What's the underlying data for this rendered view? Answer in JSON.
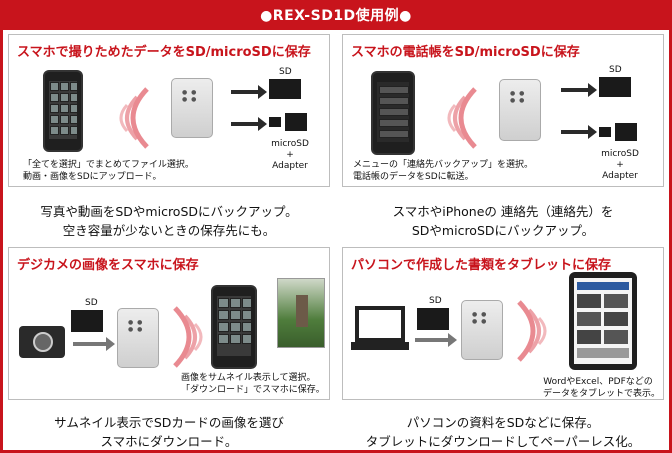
{
  "header": {
    "title": "●REX-SD1D使用例●"
  },
  "panels": [
    {
      "title": "スマホで撮りためたデータをSD/microSDに保存",
      "note_line1": "「全てを選択」でまとめてファイル選択。",
      "note_line2": "動画・画像をSDにアップロード。",
      "sd_label": "SD",
      "micro_label1": "microSD",
      "micro_label2": "+",
      "micro_label3": "Adapter",
      "caption_line1": "写真や動画をSDやmicroSDにバックアップ。",
      "caption_line2": "空き容量が少ないときの保存先にも。"
    },
    {
      "title": "スマホの電話帳をSD/microSDに保存",
      "note_line1": "メニューの「連絡先バックアップ」を選択。",
      "note_line2": "電話帳のデータをSDに転送。",
      "sd_label": "SD",
      "micro_label1": "microSD",
      "micro_label2": "+",
      "micro_label3": "Adapter",
      "caption_line1": "スマホやiPhoneの 連絡先（連絡先）を",
      "caption_line2": "SDやmicroSDにバックアップ。"
    },
    {
      "title": "デジカメの画像をスマホに保存",
      "note_line1": "画像をサムネイル表示して選択。",
      "note_line2": "「ダウンロード」でスマホに保存。",
      "sd_label": "SD",
      "caption_line1": "サムネイル表示でSDカードの画像を選び",
      "caption_line2": "スマホにダウンロード。"
    },
    {
      "title": "パソコンで作成した書類をタブレットに保存",
      "note_line1": "WordやExcel、PDFなどの",
      "note_line2": "データをタブレットで表示。",
      "sd_label": "SD",
      "caption_line1": "パソコンの資料をSDなどに保存。",
      "caption_line2": "タブレットにダウンロードしてペーパーレス化。"
    }
  ],
  "colors": {
    "accent": "#c8141c",
    "wave": "#e98a91"
  }
}
